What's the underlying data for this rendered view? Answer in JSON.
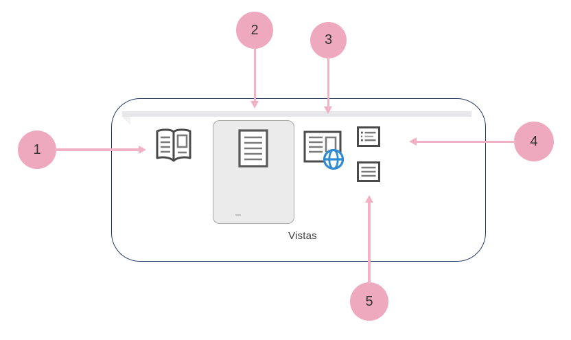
{
  "diagram": {
    "group_label": "Vistas",
    "callouts": [
      {
        "label": "1"
      },
      {
        "label": "2"
      },
      {
        "label": "3"
      },
      {
        "label": "4"
      },
      {
        "label": "5"
      }
    ],
    "icons": [
      "read-mode-icon",
      "print-layout-icon",
      "web-layout-icon",
      "outline-view-icon",
      "draft-view-icon"
    ]
  },
  "colors": {
    "callout_fill": "#EFA9BF",
    "arrow": "#F2B1C5",
    "box_border": "#1F3864",
    "ribbon_bar": "#E7E7EA",
    "selected_button_bg": "#EBEBEB",
    "selected_button_border": "#A6A6A6",
    "icon_stroke": "#4A4A4A",
    "icon_lines": "#7A7A7A",
    "globe_blue": "#2E8BD3",
    "label_text": "#3D3D3D",
    "number_text": "#333333"
  }
}
